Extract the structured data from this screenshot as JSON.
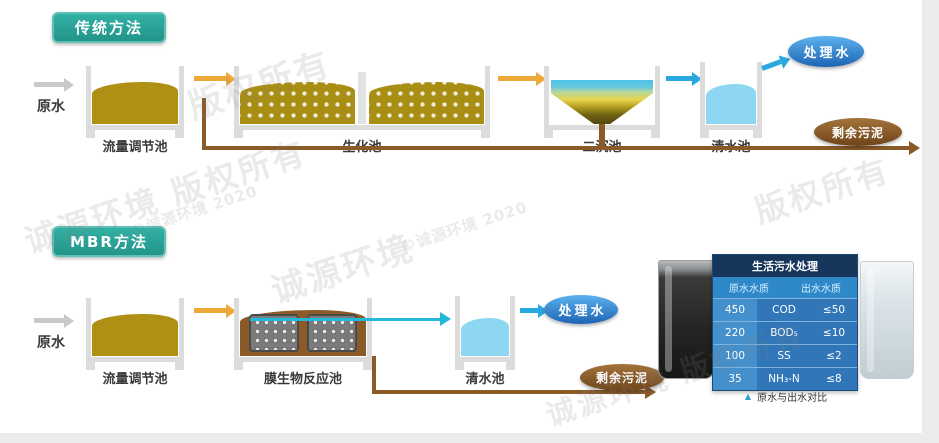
{
  "colors": {
    "badge_teal": "#2aa49a",
    "arrow_orange": "#eda83a",
    "arrow_blue": "#2aa8e0",
    "pipe_cyan": "#22b8dc",
    "sludge_brown": "#8a5a28",
    "table_navy": "#16365c",
    "table_blue": "#3076b8",
    "treated_blue": "#1d64b4",
    "liquid_olive": "#ae9015",
    "liquid_lightblue": "#8ed7f2"
  },
  "traditional": {
    "badge": "传统方法",
    "raw_water": "原水",
    "tank_flow": "流量调节池",
    "tank_bio": "生化池",
    "tank_sediment": "二沉池",
    "tank_clear": "清水池",
    "treated": "处理水",
    "sludge": "剩余污泥"
  },
  "mbr": {
    "badge": "MBR方法",
    "raw_water": "原水",
    "tank_flow": "流量调节池",
    "tank_membrane": "膜生物反应池",
    "tank_clear": "清水池",
    "treated": "处理水",
    "sludge": "剩余污泥"
  },
  "table": {
    "title": "生活污水处理",
    "header_left": "原水水质",
    "header_right": "出水水质",
    "rows": [
      {
        "raw": "450",
        "param": "COD",
        "out": "≤50"
      },
      {
        "raw": "220",
        "param": "BOD₅",
        "out": "≤10"
      },
      {
        "raw": "100",
        "param": "SS",
        "out": "≤2"
      },
      {
        "raw": "35",
        "param": "NH₃-N",
        "out": "≤8"
      }
    ],
    "caption_marker": "▲",
    "caption": "原水与出水对比"
  },
  "watermarks": [
    {
      "text": "版权所有"
    },
    {
      "text": "诚源环境 版权所有"
    },
    {
      "text": "©诚源环境 2020"
    },
    {
      "text": "诚源环境"
    },
    {
      "text": "版权所有"
    },
    {
      "text": "诚源环境 版权所有"
    }
  ]
}
